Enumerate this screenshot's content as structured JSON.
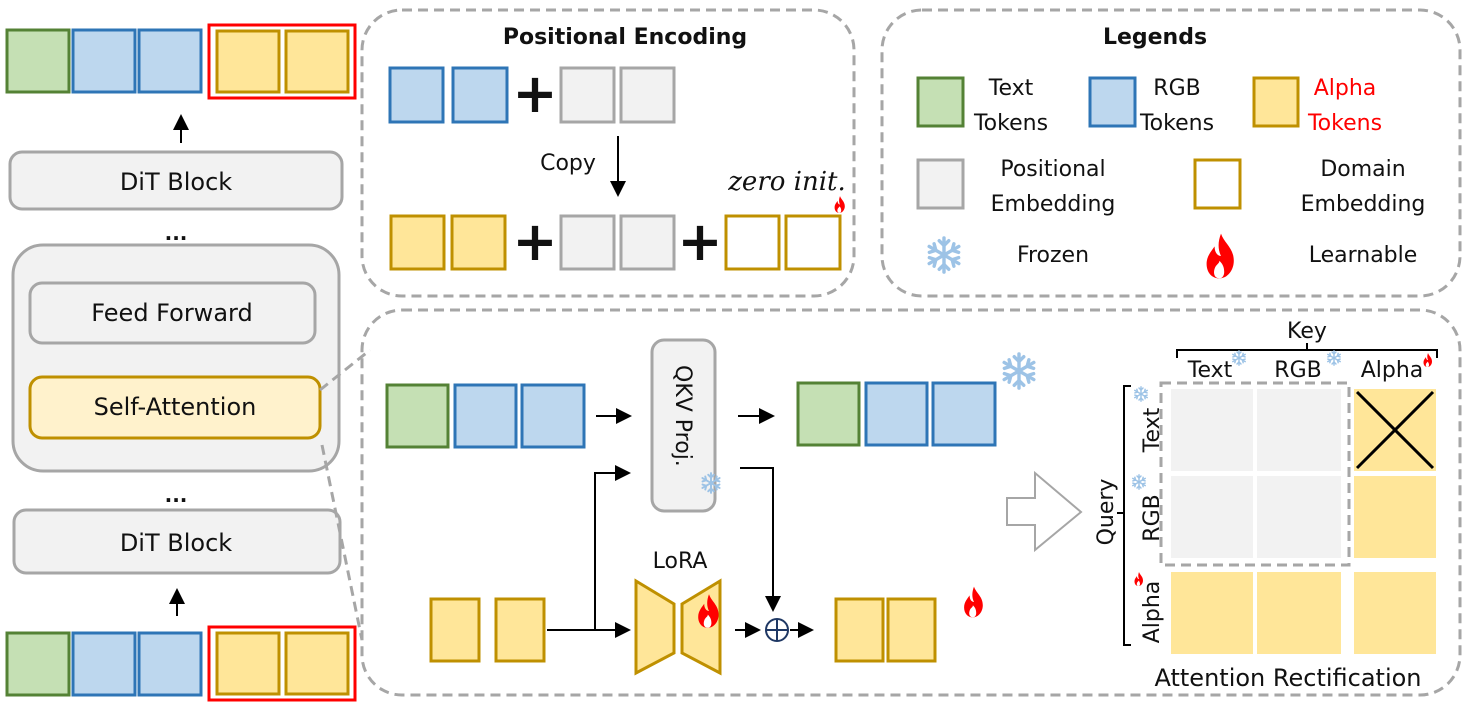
{
  "colors": {
    "text_fill": "#c5e0b4",
    "text_stroke": "#548235",
    "rgb_fill": "#bdd7ee",
    "rgb_stroke": "#2e75b6",
    "alpha_fill": "#ffe699",
    "alpha_stroke": "#bf9000",
    "pos_fill": "#f2f2f2",
    "pos_stroke": "#a6a6a6",
    "highlight_red": "#ff0000",
    "frozen_blue": "#9dc3e6"
  },
  "left": {
    "dit_block_top": "DiT Block",
    "ellipsis_top": "...",
    "feed_forward": "Feed Forward",
    "self_attention": "Self-Attention",
    "ellipsis_bottom": "...",
    "dit_block_bottom": "DiT Block"
  },
  "positional_encoding": {
    "title": "Positional Encoding",
    "copy_label": "Copy",
    "zero_init_label": "zero init."
  },
  "legends": {
    "title": "Legends",
    "items": [
      {
        "line1": "Text",
        "line2": "Tokens"
      },
      {
        "line1": "RGB",
        "line2": "Tokens"
      },
      {
        "line1": "Alpha",
        "line2": "Tokens"
      },
      {
        "line1": "Positional",
        "line2": "Embedding"
      },
      {
        "line1": "Domain",
        "line2": "Embedding"
      },
      {
        "line1": "Frozen",
        "line2": ""
      },
      {
        "line1": "Learnable",
        "line2": ""
      }
    ]
  },
  "attention": {
    "qkv_label": "QKV Proj.",
    "lora_label": "LoRA",
    "plus_symbol": "⊕"
  },
  "rectification": {
    "key_label": "Key",
    "query_label": "Query",
    "key_cols": [
      "Text",
      "RGB",
      "Alpha"
    ],
    "query_rows": [
      "Text",
      "RGB",
      "Alpha"
    ],
    "title": "Attention Rectification"
  }
}
